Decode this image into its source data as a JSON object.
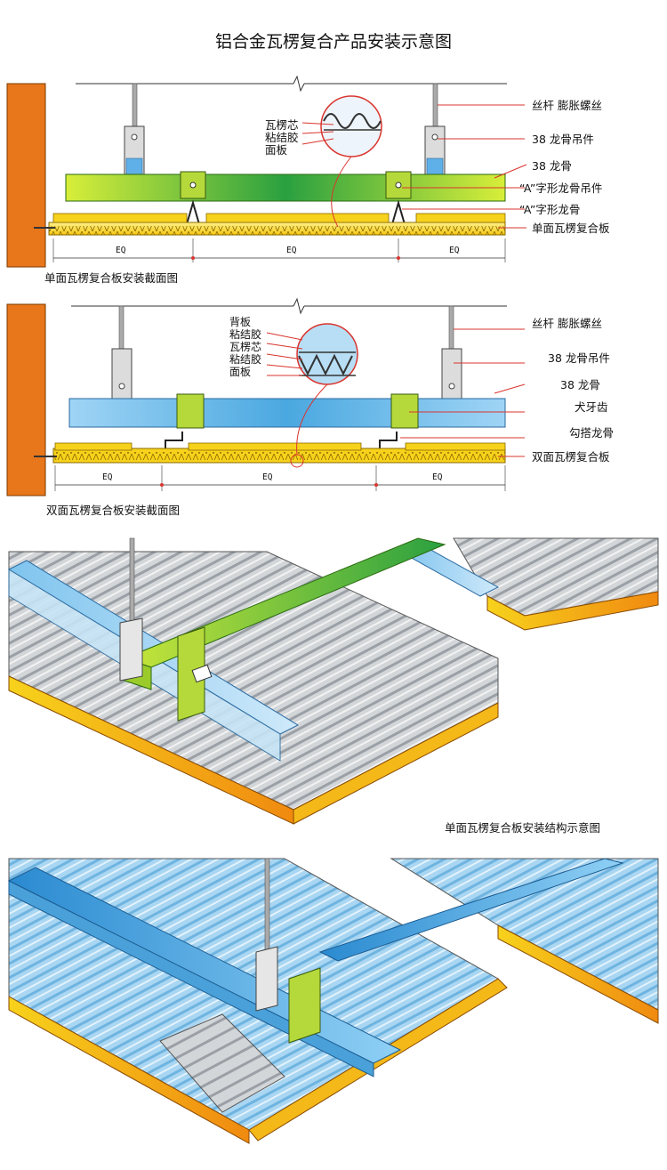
{
  "title": "铝合金瓦楞复合产品安装示意图",
  "section1": {
    "caption": "单面瓦楞复合板安装截面图",
    "callouts": [
      "瓦楞芯",
      "粘结胶",
      "面板"
    ],
    "labels": {
      "rod": "丝杆  膨胀螺丝",
      "hanger38": "38  龙骨吊件",
      "keel38": "38  龙骨",
      "a_hanger": "“A”字形龙骨吊件",
      "a_keel": "“A”字形龙骨",
      "panel": "单面瓦楞复合板"
    },
    "eq": [
      "EQ",
      "EQ",
      "EQ"
    ]
  },
  "section2": {
    "caption": "双面瓦楞复合板安装截面图",
    "callouts": [
      "背板",
      "粘结胶",
      "瓦楞芯",
      "粘结胶",
      "面板"
    ],
    "labels": {
      "rod": "丝杆  膨胀螺丝",
      "hanger38": "38  龙骨吊件",
      "keel38": "38  龙骨",
      "tooth": "犬牙齿",
      "hook": "勾搭龙骨",
      "panel": "双面瓦楞复合板"
    },
    "eq": [
      "EQ",
      "EQ",
      "EQ"
    ]
  },
  "section3": {
    "caption": "单面瓦楞复合板安装结构示意图"
  },
  "colors": {
    "wall": "#e8761a",
    "green_keel": "#4caf2a",
    "blue_keel": "#5fb8e6",
    "panel_yellow": "#f7d21c",
    "panel_orange": "#f19a12",
    "leader_red": "#d9352e",
    "corrugated_grey": "#c9ccd0"
  }
}
